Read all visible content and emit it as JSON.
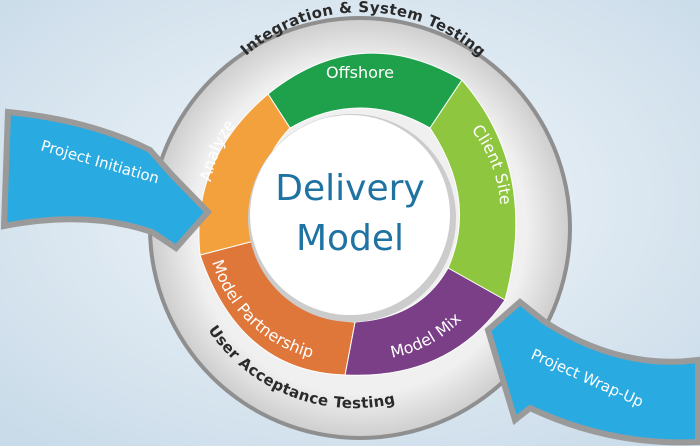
{
  "diagram": {
    "center": {
      "line1": "Delivery",
      "line2": "Model"
    },
    "outer_ring": {
      "top_label": "Integration & System Testing",
      "bottom_label": "User Acceptance Testing"
    },
    "segments": [
      {
        "id": "offshore",
        "label": "Offshore",
        "color": "#1fa14b"
      },
      {
        "id": "client-site",
        "label": "Client Site",
        "color": "#8fc63f"
      },
      {
        "id": "model-mix",
        "label": "Model Mix",
        "color": "#7a3f86"
      },
      {
        "id": "model-partnership",
        "label": "Model Partnership",
        "color": "#e0773a"
      },
      {
        "id": "analyze",
        "label": "Analyze",
        "color": "#f2a13d"
      }
    ],
    "arrows": {
      "project_initiation": {
        "label": "Project  Initiation",
        "color": "#29abe2"
      },
      "project_wrapup": {
        "label": "Project Wrap-Up",
        "color": "#29abe2"
      }
    },
    "colors": {
      "background": "#dbe8f2",
      "outer_ring": "#e6e6e6",
      "center_fill": "#ffffff",
      "center_text": "#1f73a3"
    }
  }
}
